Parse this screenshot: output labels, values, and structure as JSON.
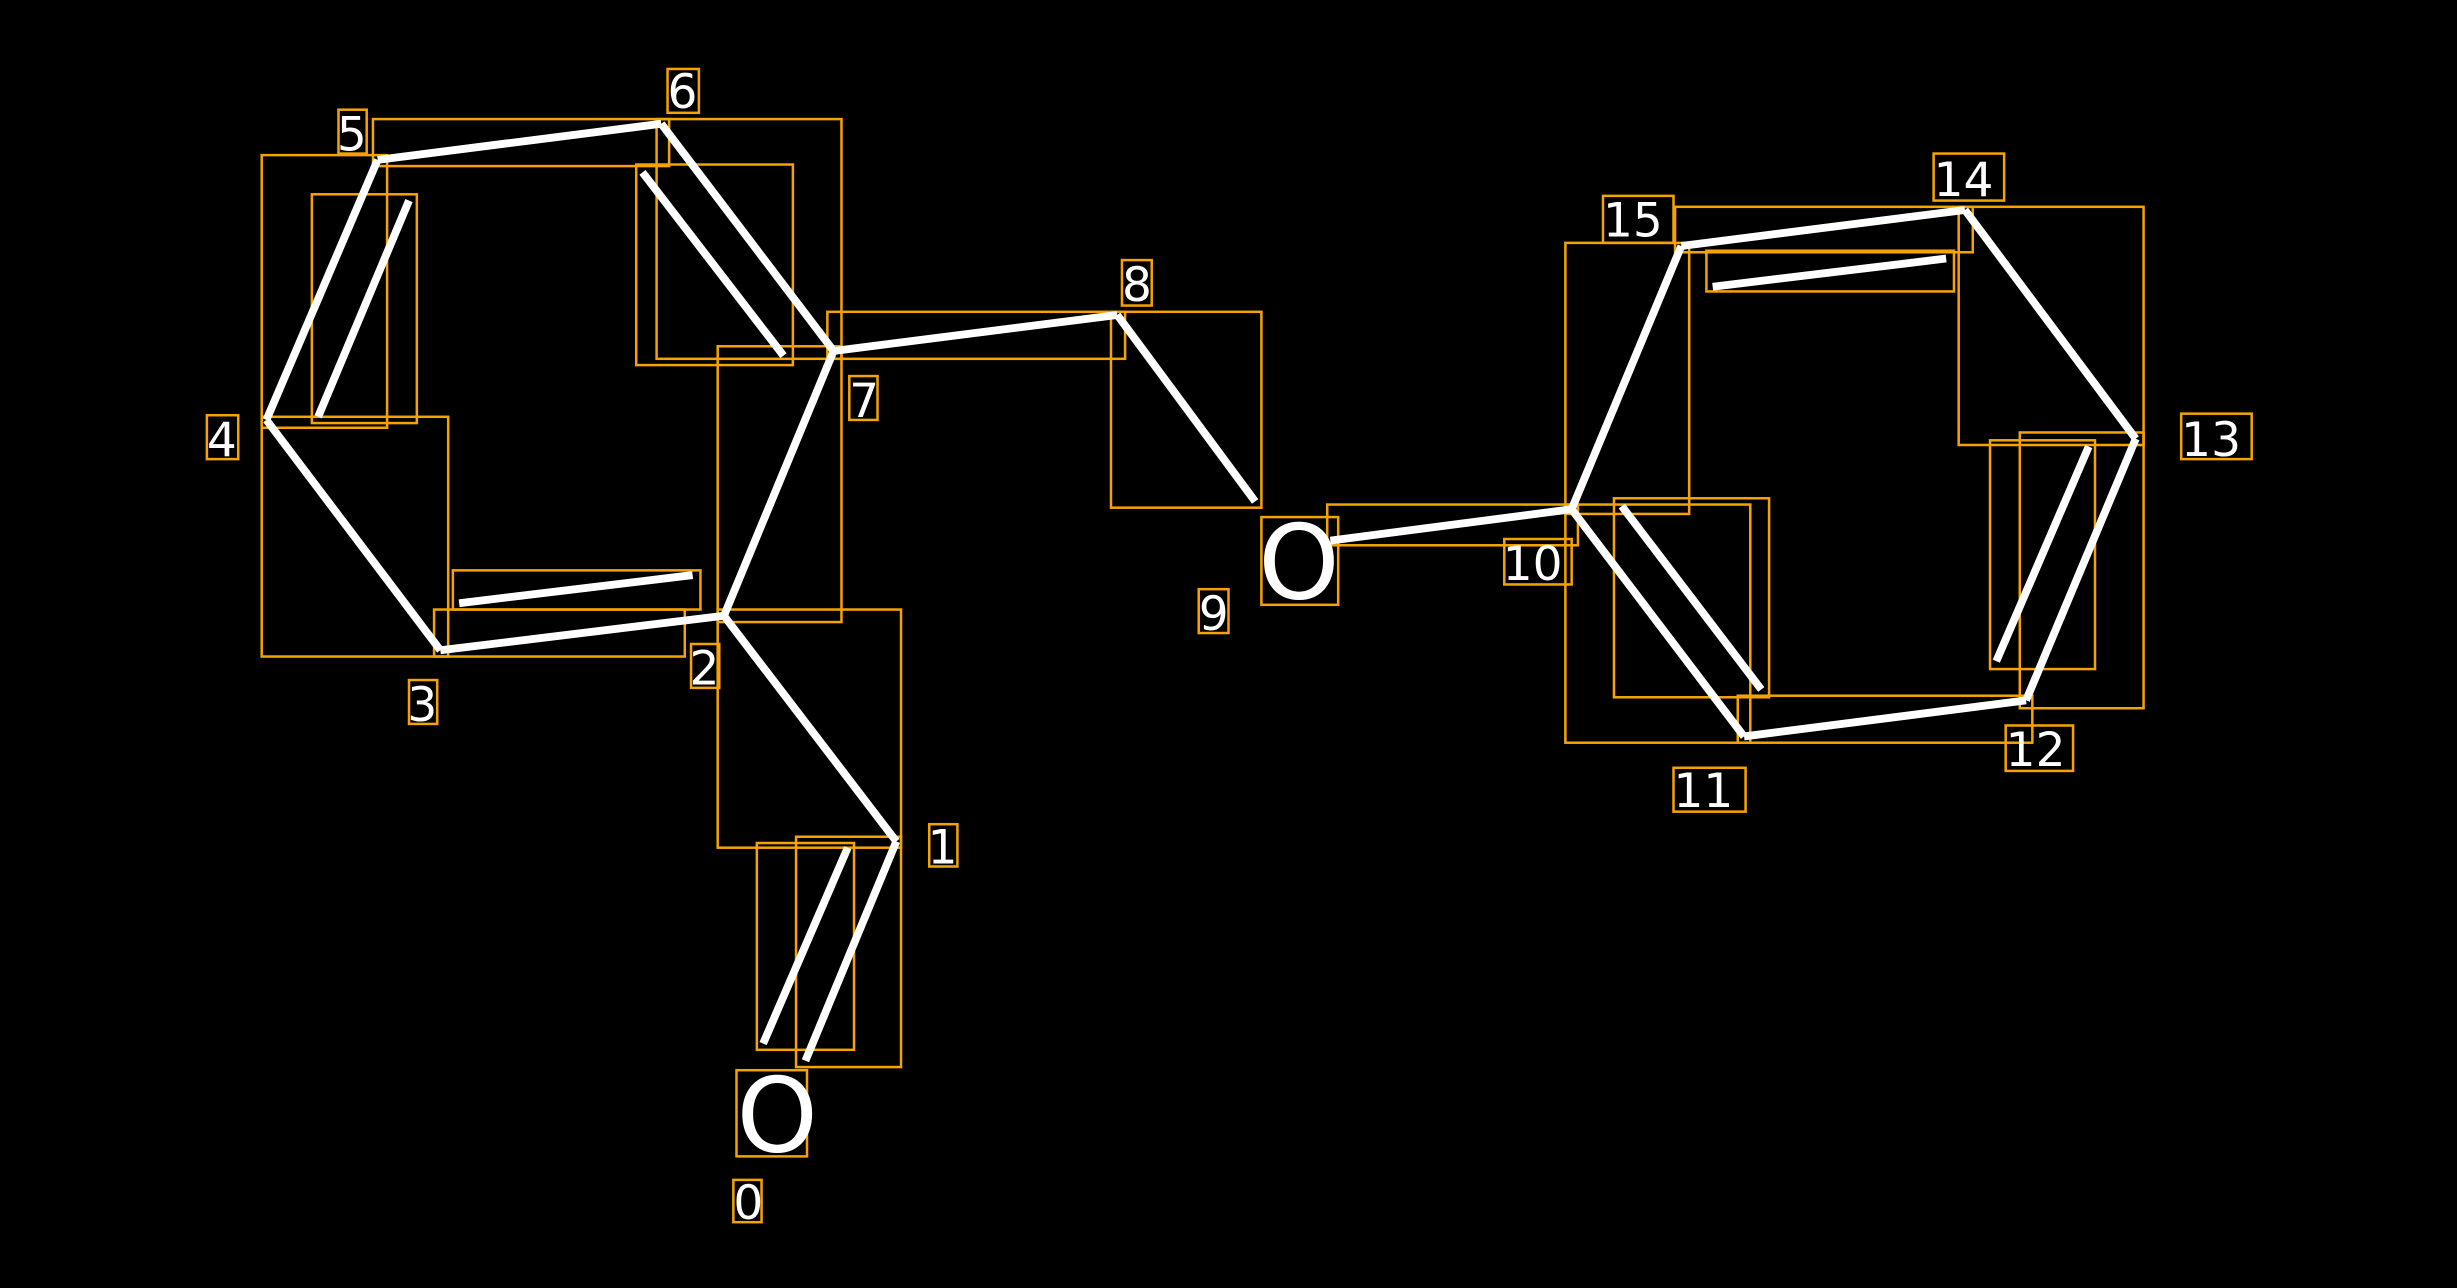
{
  "diagram": {
    "type": "molecule-annotation",
    "atom_indices": [
      "0",
      "1",
      "2",
      "3",
      "4",
      "5",
      "6",
      "7",
      "8",
      "9",
      "10",
      "11",
      "12",
      "13",
      "14",
      "15"
    ],
    "element_labels": {
      "atom0": "O",
      "atom9": "O"
    },
    "colors": {
      "background": "#000000",
      "bond": "#ffffff",
      "box": "#f5a300",
      "text": "#ffffff"
    }
  }
}
